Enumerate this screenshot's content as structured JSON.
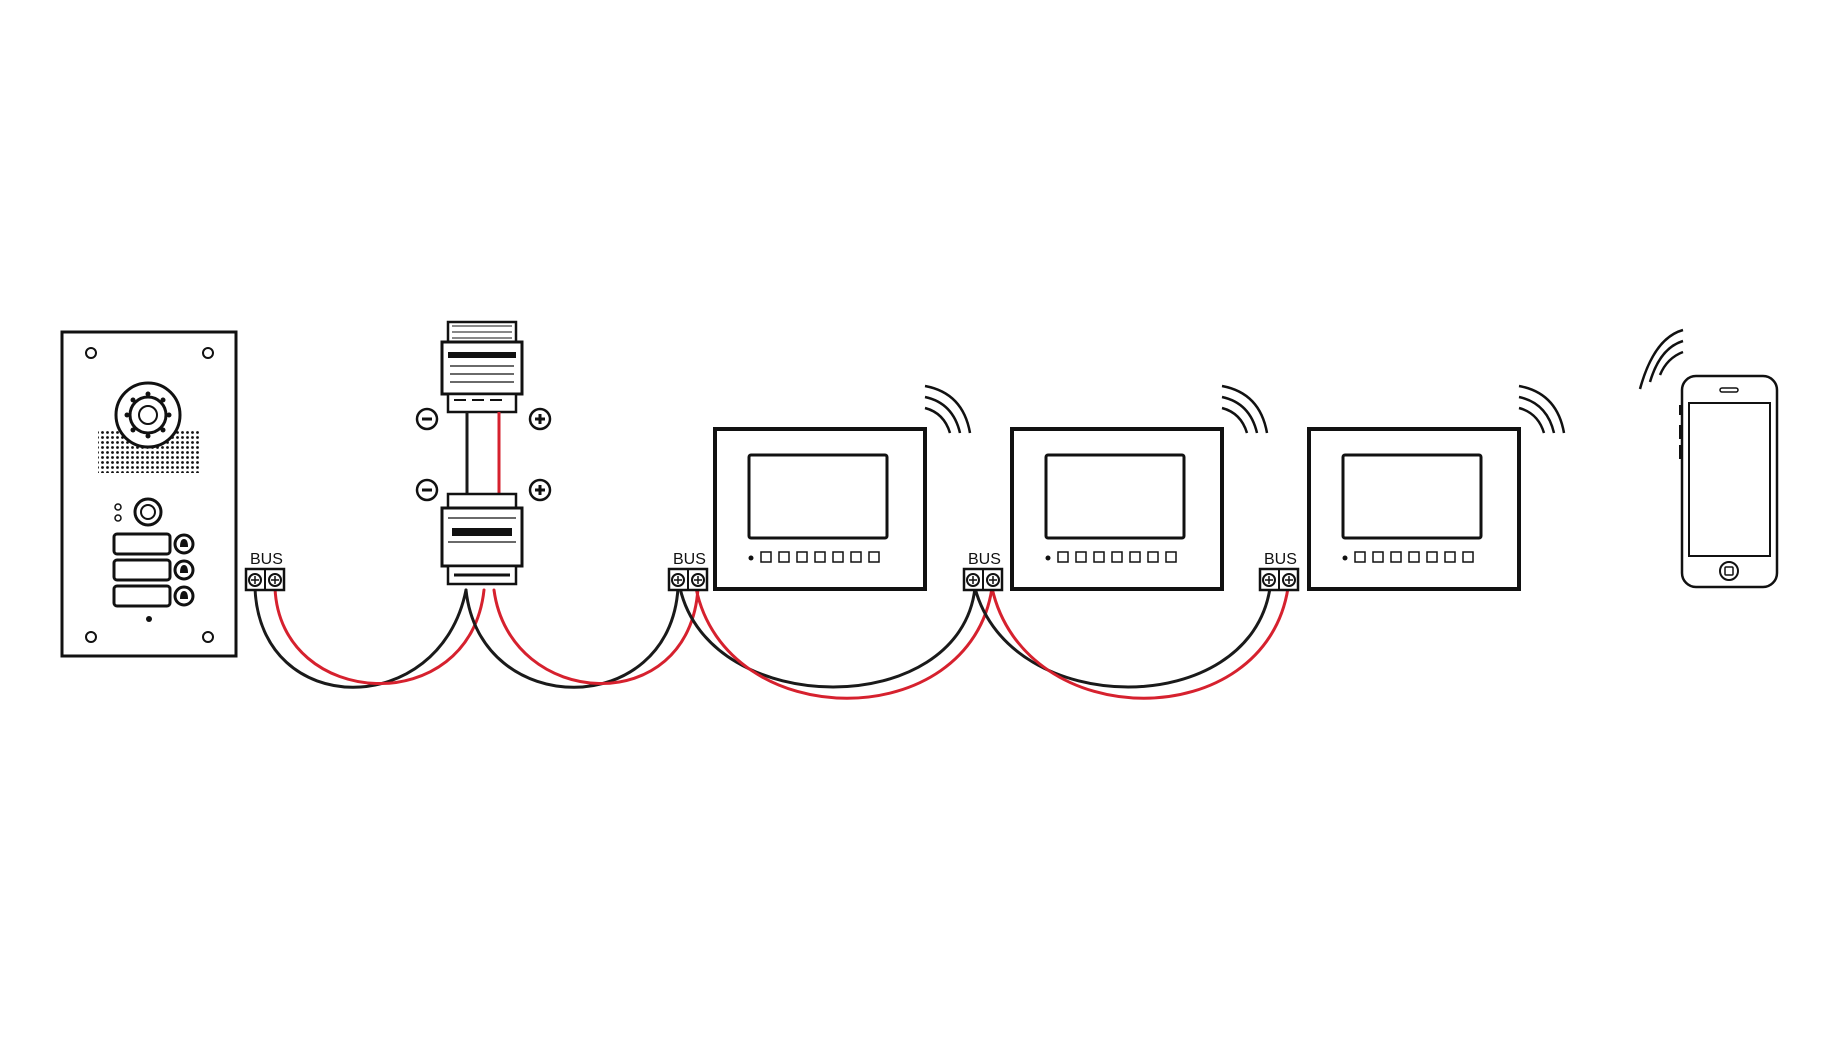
{
  "diagram": {
    "bus_labels": [
      "BUS",
      "BUS",
      "BUS",
      "BUS"
    ],
    "components": {
      "door_station": "door-station",
      "power_supply": "power-supply",
      "bus_distributor": "bus-distributor",
      "monitors": [
        "indoor-monitor-1",
        "indoor-monitor-2",
        "indoor-monitor-3"
      ],
      "smartphone": "smartphone"
    },
    "power_terminals": [
      "minus",
      "plus",
      "minus",
      "plus"
    ],
    "colors": {
      "wire_red": "#d6212e",
      "wire_black": "#1a1a1a",
      "outline": "#111111"
    },
    "icons": [
      "wifi-signal-icon",
      "minus-circle-icon",
      "plus-circle-icon",
      "camera-icon",
      "bell-icon"
    ]
  }
}
